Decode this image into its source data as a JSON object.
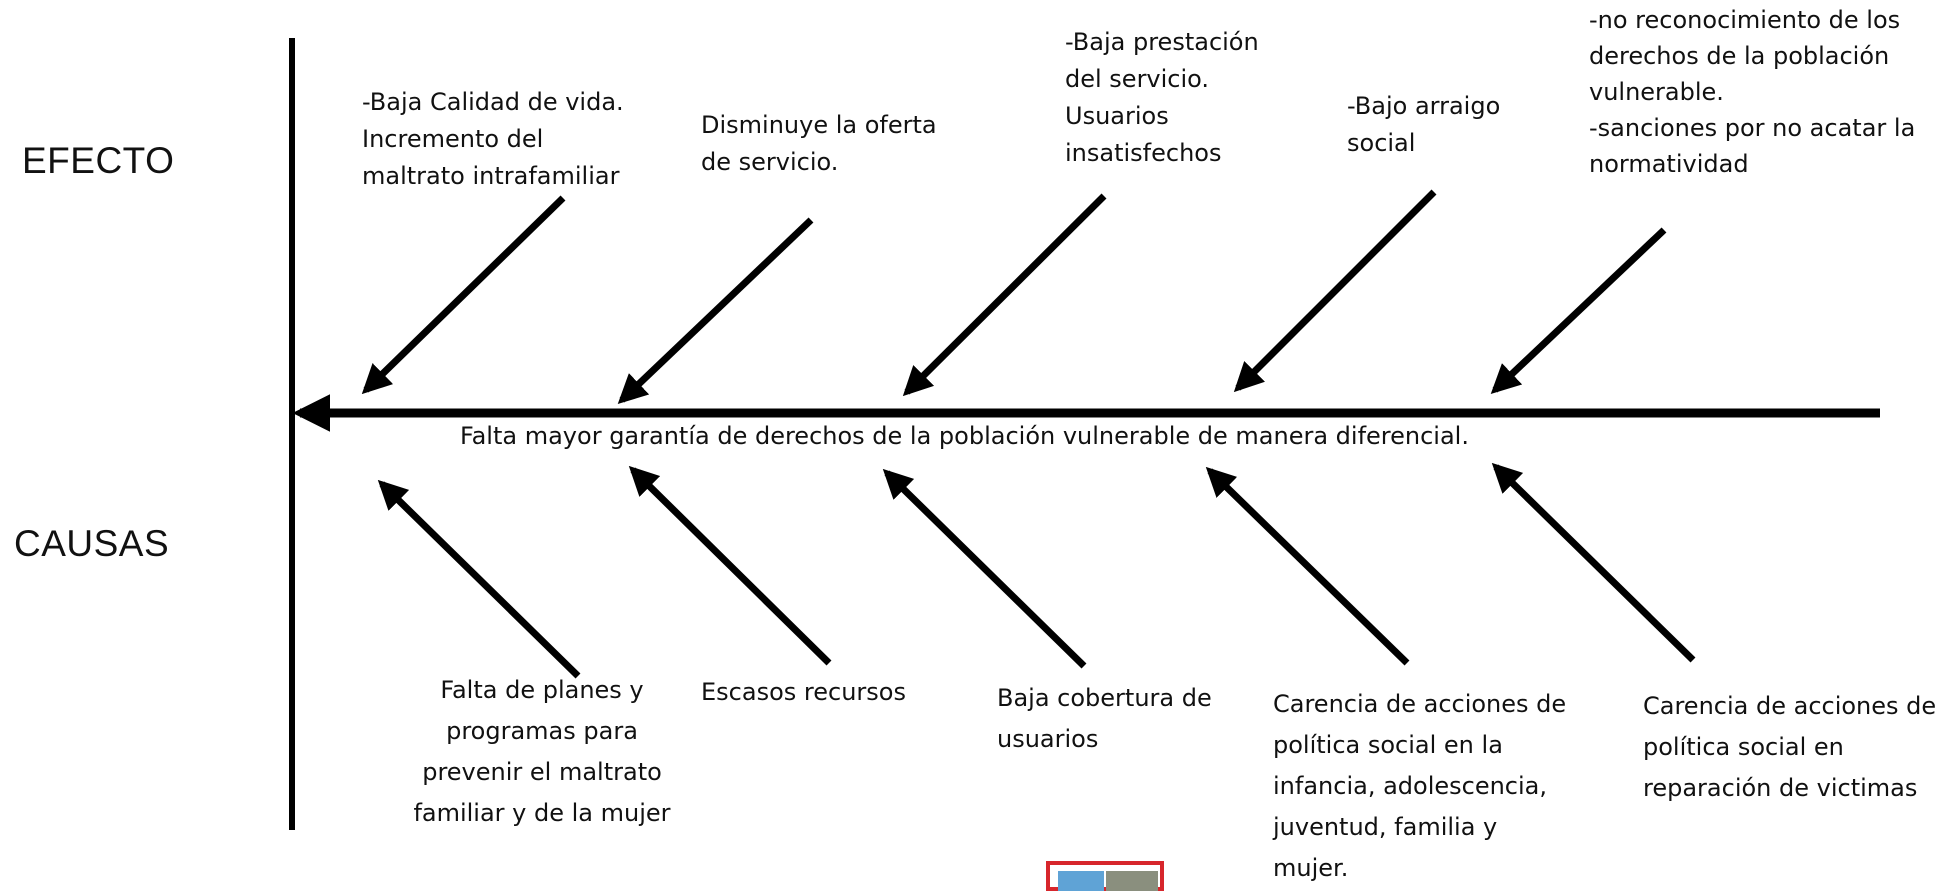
{
  "labels": {
    "efecto": "EFECTO",
    "causas": "CAUSAS"
  },
  "problem": "Falta mayor garantía de derechos de la población vulnerable de manera diferencial.",
  "effects": [
    {
      "lines": [
        "-Baja Calidad  de vida.",
        "Incremento del",
        "maltrato intrafamiliar"
      ]
    },
    {
      "lines": [
        "Disminuye la oferta",
        "de servicio."
      ]
    },
    {
      "lines": [
        "-Baja prestación",
        "del servicio.",
        "Usuarios",
        "insatisfechos"
      ]
    },
    {
      "lines": [
        "-Bajo arraigo",
        "social"
      ]
    },
    {
      "lines": [
        "-no reconocimiento de los",
        "derechos de la población",
        "vulnerable.",
        "-sanciones por no acatar  la",
        "normatividad"
      ]
    }
  ],
  "causes": [
    {
      "lines": [
        "Falta de planes y",
        "programas para",
        "prevenir el maltrato",
        "familiar y de la mujer"
      ]
    },
    {
      "lines": [
        "Escasos recursos"
      ]
    },
    {
      "lines": [
        "Baja cobertura de",
        "usuarios"
      ]
    },
    {
      "lines": [
        "Carencia de acciones de",
        "política social  en la",
        "infancia, adolescencia,",
        "juventud, familia y",
        "mujer."
      ]
    },
    {
      "lines": [
        "Carencia  de acciones de",
        "política social  en",
        "reparación de victimas"
      ]
    }
  ],
  "colors": {
    "line": "#000000",
    "text": "#111111",
    "logo_border": "#d7262c"
  }
}
